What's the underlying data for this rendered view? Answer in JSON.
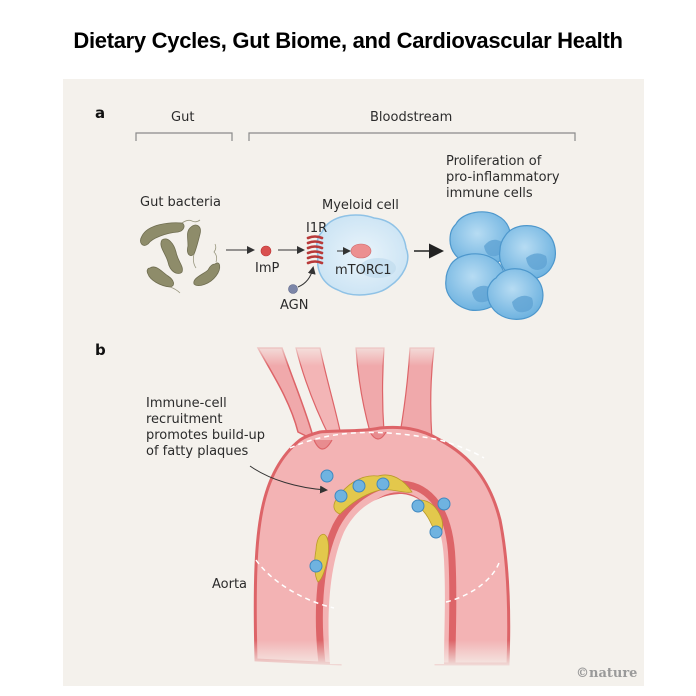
{
  "title": "Dietary Cycles, Gut Biome, and Cardiovascular Health",
  "panel_a": {
    "letter": "a",
    "region_gut": "Gut",
    "region_bloodstream": "Bloodstream",
    "gut_bacteria": "Gut bacteria",
    "imp": "ImP",
    "i1r": "I1R",
    "agn": "AGN",
    "myeloid_cell": "Myeloid cell",
    "mtorc1": "mTORC1",
    "proliferation": "Proliferation of\npro-inflammatory\nimmune cells"
  },
  "panel_b": {
    "letter": "b",
    "recruitment": "Immune-cell\nrecruitment\npromotes build-up\nof fatty plaques",
    "aorta": "Aorta"
  },
  "credit": "©nature",
  "colors": {
    "background": "#f4f1ec",
    "bacteria": "#8e8c6a",
    "imp": "#d9504f",
    "agn": "#7c86a8",
    "receptor": "#b83a3a",
    "cell_blue": "#8cc6ea",
    "aorta": "#f0a9ab",
    "aorta_wall": "#dd6468",
    "plaque": "#e3c84c"
  }
}
